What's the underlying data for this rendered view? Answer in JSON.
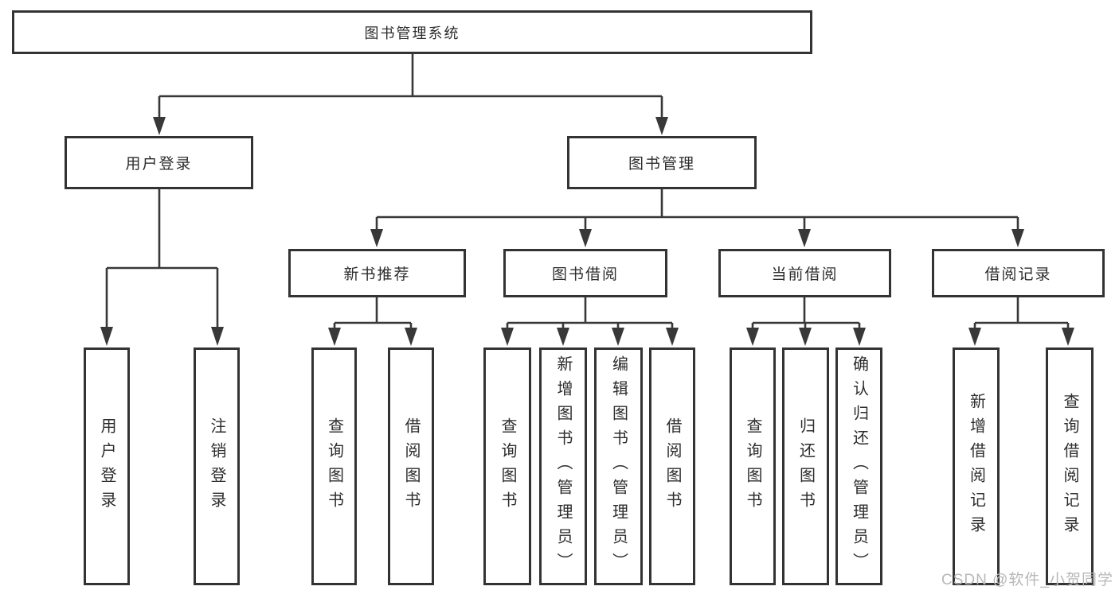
{
  "diagram": {
    "root": {
      "label": "图书管理系统"
    },
    "user_branch": {
      "label": "用户登录",
      "children": [
        {
          "label": "用户登录"
        },
        {
          "label": "注销登录"
        }
      ]
    },
    "management_branch": {
      "label": "图书管理",
      "groups": [
        {
          "label": "新书推荐",
          "children": [
            {
              "label": "查询图书"
            },
            {
              "label": "借阅图书"
            }
          ]
        },
        {
          "label": "图书借阅",
          "children": [
            {
              "label": "查询图书"
            },
            {
              "label": "新增图书（管理员）"
            },
            {
              "label": "编辑图书（管理员）"
            },
            {
              "label": "借阅图书"
            }
          ]
        },
        {
          "label": "当前借阅",
          "children": [
            {
              "label": "查询图书"
            },
            {
              "label": "归还图书"
            },
            {
              "label": "确认归还（管理员）"
            }
          ]
        },
        {
          "label": "借阅记录",
          "children": [
            {
              "label": "新增借阅记录"
            },
            {
              "label": "查询借阅记录"
            }
          ]
        }
      ]
    }
  },
  "watermark": {
    "text": "CSDN @软件_小贺同学"
  },
  "colors": {
    "line": "#383838",
    "box_border": "#333333",
    "text": "#2d2d2d",
    "background": "#ffffff",
    "watermark": "#b8b8b8"
  }
}
